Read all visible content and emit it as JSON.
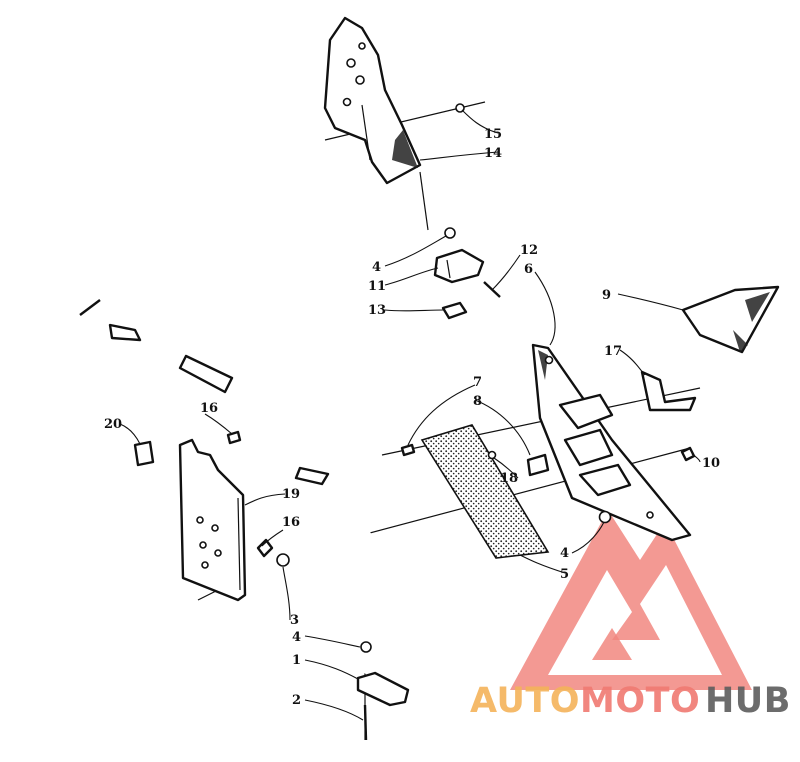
{
  "callouts": {
    "c1": "1",
    "c2": "2",
    "c3": "3",
    "c4a": "4",
    "c4b": "4",
    "c4c": "4",
    "c5": "5",
    "c6": "6",
    "c7": "7",
    "c8": "8",
    "c9": "9",
    "c10": "10",
    "c11": "11",
    "c12": "12",
    "c13": "13",
    "c14": "14",
    "c15": "15",
    "c16a": "16",
    "c16b": "16",
    "c17": "17",
    "c18": "18",
    "c19": "19",
    "c20": "20"
  },
  "watermark": {
    "part1": "AUTO",
    "part2": "MOTO",
    "part3": "HUB",
    "color_orange": "#f4b35a",
    "color_red": "#f07a72",
    "color_gray": "#5d5d5d"
  }
}
